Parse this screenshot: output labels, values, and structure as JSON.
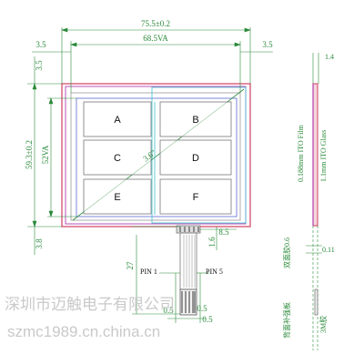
{
  "dimensions": {
    "outer_width": "75.5±0.2",
    "view_width": "68.5VA",
    "left_margin": "3.5",
    "right_margin": "3.5",
    "top_margin": "3.5",
    "outer_height": "59.3±0.2",
    "view_height": "52VA",
    "bottom_margin": "3.8",
    "diagonal": "3.6\"",
    "tail_length": "27",
    "tail_offset": "1.6",
    "tail_width": "8.5",
    "pitch_a": "0.5",
    "pitch_b": "0.5",
    "pitch_c": "0.5",
    "side_top": "1.4",
    "side_mid": "0.11"
  },
  "keys": [
    "A",
    "B",
    "C",
    "D",
    "E",
    "F"
  ],
  "pins": {
    "first": "PIN 1",
    "last": "PIN 5"
  },
  "side_labels": {
    "film": "0.188mm ITO Film",
    "glass": "1.1mm ITO Glass",
    "adhesive": "双面胶0.6",
    "stiffener": "背面补强板",
    "tape": "3M胶"
  },
  "watermark": {
    "line1": "深圳市迈触电子有限公司",
    "line2": "szmc1989.cn.china.cn"
  },
  "colors": {
    "dimension": "#2a8a3a",
    "outline_red": "#d04060",
    "outline_magenta": "#b040b0",
    "outline_blue": "#5a6ad0",
    "key_cyan": "#40c0d0",
    "grey": "#9a9a9a"
  }
}
